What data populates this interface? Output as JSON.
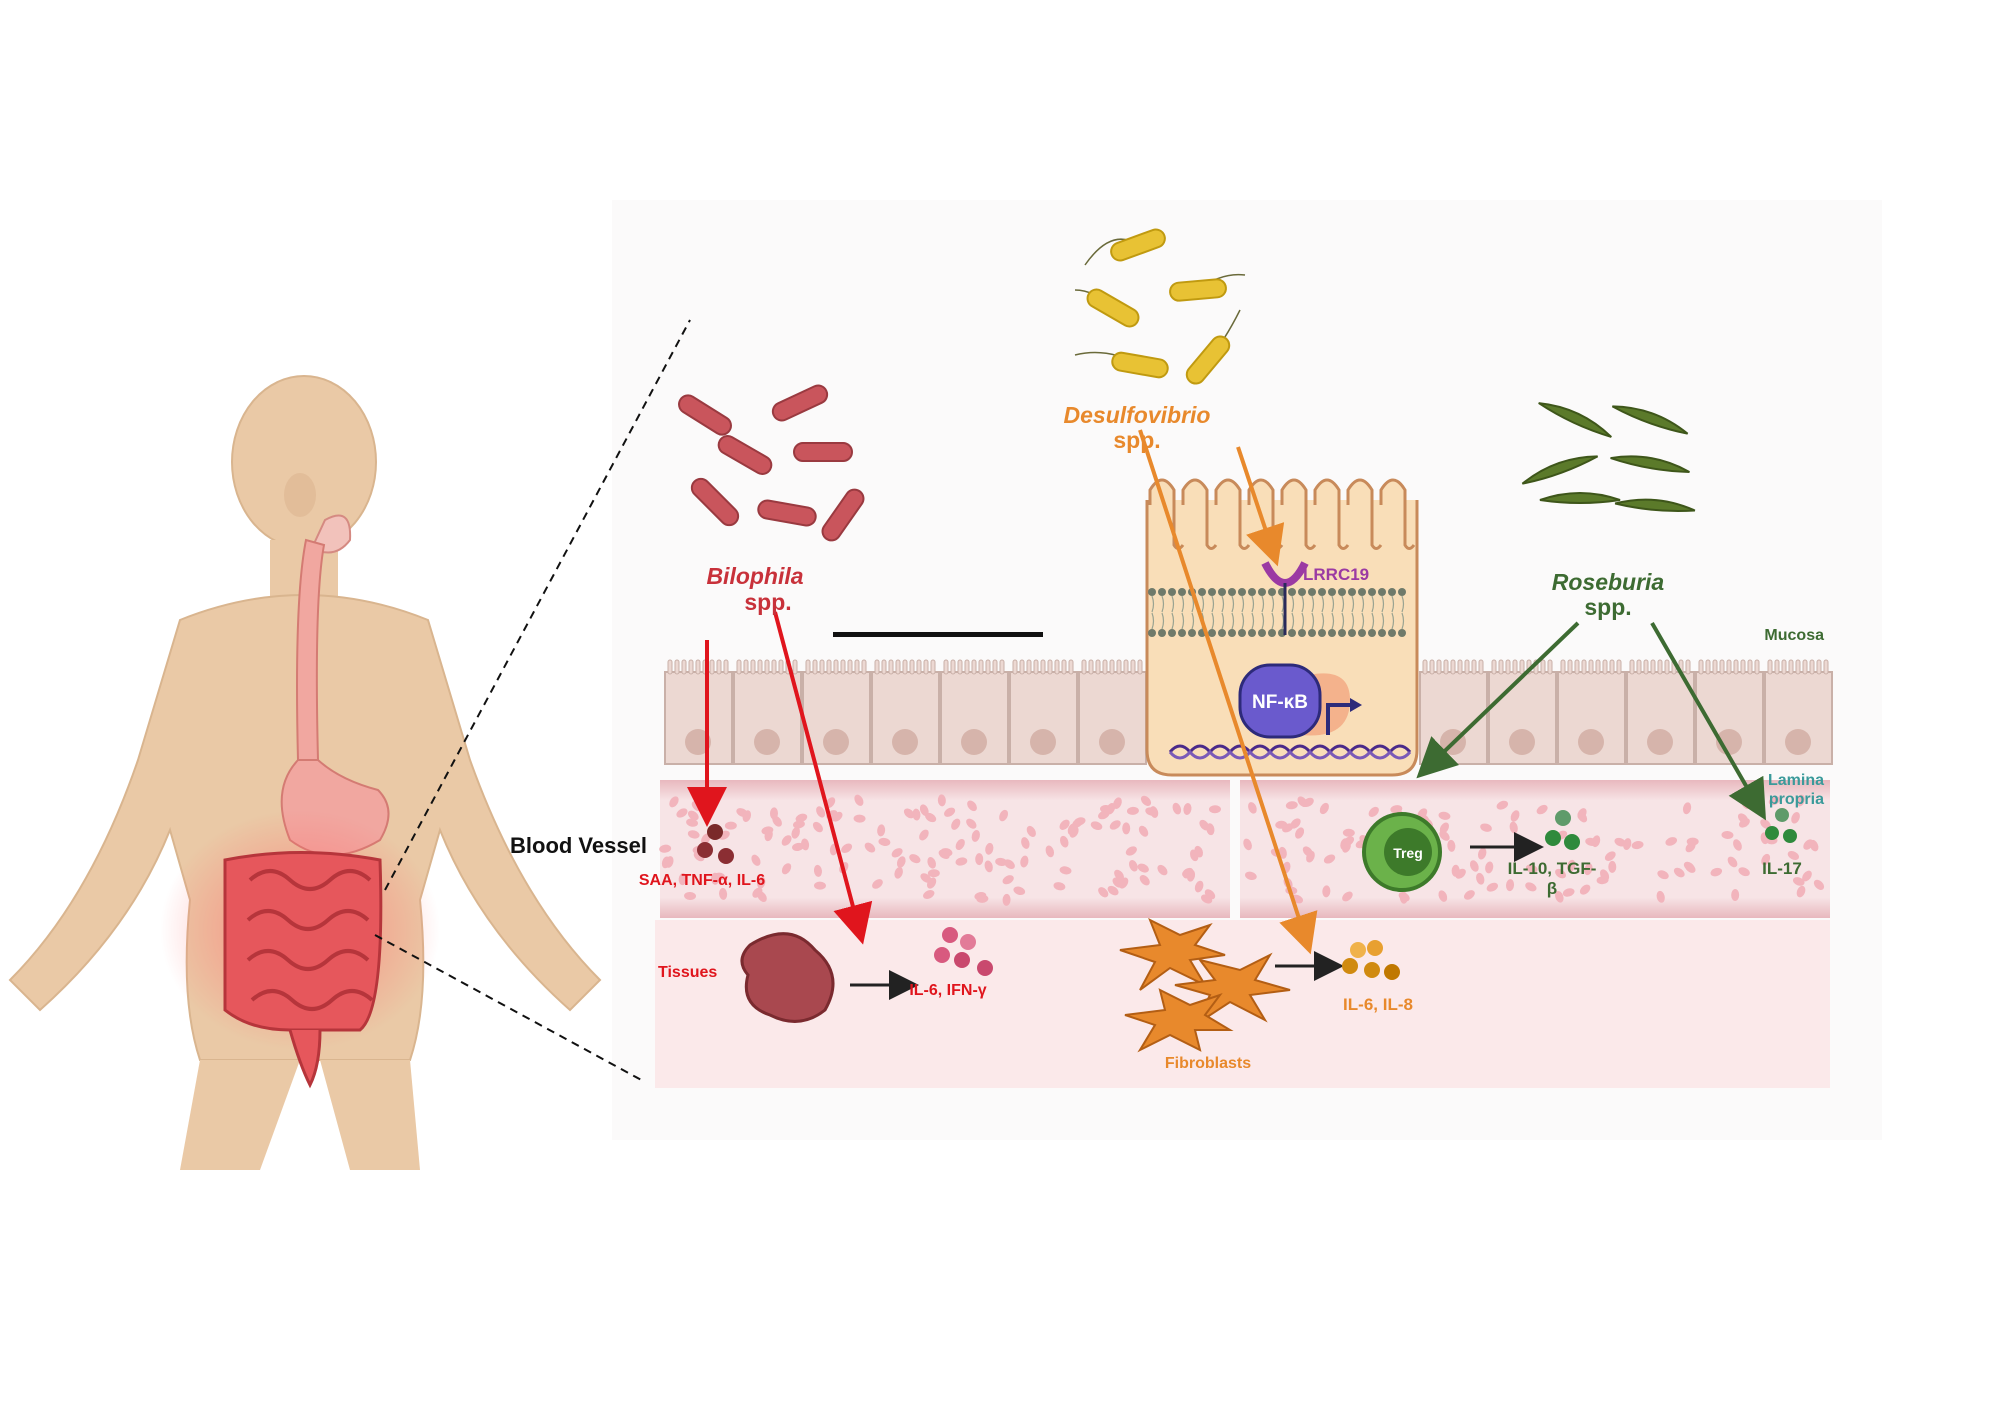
{
  "labels": {
    "blood_vessel": "Blood Vessel",
    "bilophila_genus": "Bilophila",
    "bilophila_spp": "spp.",
    "desulfovibrio_genus": "Desulfovibrio",
    "desulfovibrio_spp": "spp.",
    "roseburia_genus": "Roseburia",
    "roseburia_spp": "spp.",
    "lrrc19": "LRRC19",
    "nfkb": "NF-κB",
    "mucosa": "Mucosa",
    "lamina_propria_1": "Lamina",
    "lamina_propria_2": "propria",
    "treg": "Treg",
    "il10_tgf_1": "IL-10, TGF-",
    "il10_tgf_2": "β",
    "il17": "IL-17",
    "saa_tnf_il6": "SAA, TNF-α, IL-6",
    "tissues": "Tissues",
    "il6_ifng": "IL-6, IFN-γ",
    "il6_il8": "IL-6, IL-8",
    "fibroblasts": "Fibroblasts"
  },
  "colors": {
    "bilophila": "#c8313a",
    "bilophila_arrow": "#e0151d",
    "desulfovibrio": "#e8892c",
    "roseburia": "#3d6b32",
    "lrrc19": "#9b3aa3",
    "nfkb": "#6a5acd",
    "lamina": "#3a9a9a"
  }
}
